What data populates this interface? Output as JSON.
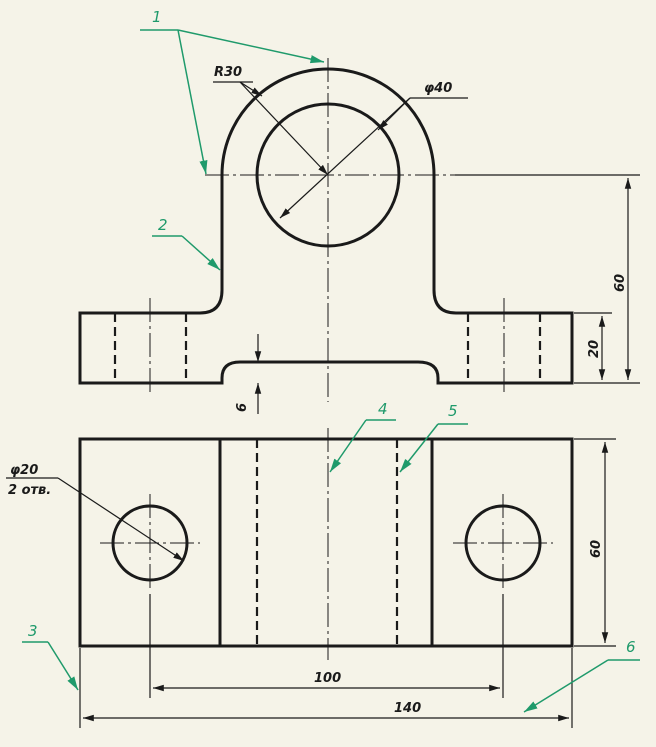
{
  "dimensions": {
    "radius": "R30",
    "bore_diameter": "φ40",
    "height_to_center": "60",
    "base_height": "20",
    "recess_depth": "6",
    "holes_diameter": "φ20",
    "holes_count": "2 отв.",
    "plan_depth": "60",
    "holes_spacing": "100",
    "overall_length": "140"
  },
  "callouts": [
    "1",
    "2",
    "3",
    "4",
    "5",
    "6"
  ],
  "colors": {
    "line": "#1a1a1a",
    "callout": "#1f9a6b",
    "paper": "#f5f3e8"
  }
}
